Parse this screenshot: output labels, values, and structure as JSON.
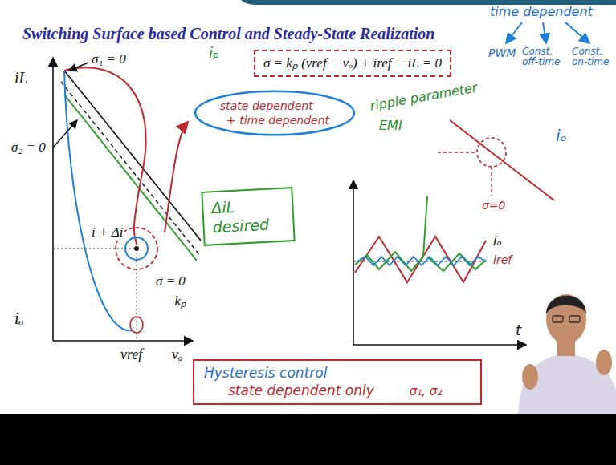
{
  "diagram": {
    "title": "Switching Surface based Control and Steady-State Realization",
    "nodes": [
      {
        "text": [
          "σ = kₚ (vref − vₒ) + iref − iL = 0"
        ]
      },
      {
        "text": [
          "state dependent",
          "+ time dependent"
        ]
      },
      {
        "text": [
          "ΔiL desired"
        ]
      },
      {
        "text": [
          "Hysteresis control",
          "state dependent only",
          "σ₁, σ₂"
        ]
      }
    ],
    "labels": [
      "iL",
      "σ₁ = 0",
      "σ₂ = 0",
      "i + Δi",
      "σ = 0",
      "−kₚ",
      "iₒ",
      "vref",
      "vₒ",
      "time dependent",
      "PWM",
      "Const. off-time",
      "Const. on-time",
      "iₚ",
      "ripple parameter",
      "EMI",
      "iₒ",
      "σ=0",
      "iₒ",
      "iref",
      "t"
    ]
  }
}
